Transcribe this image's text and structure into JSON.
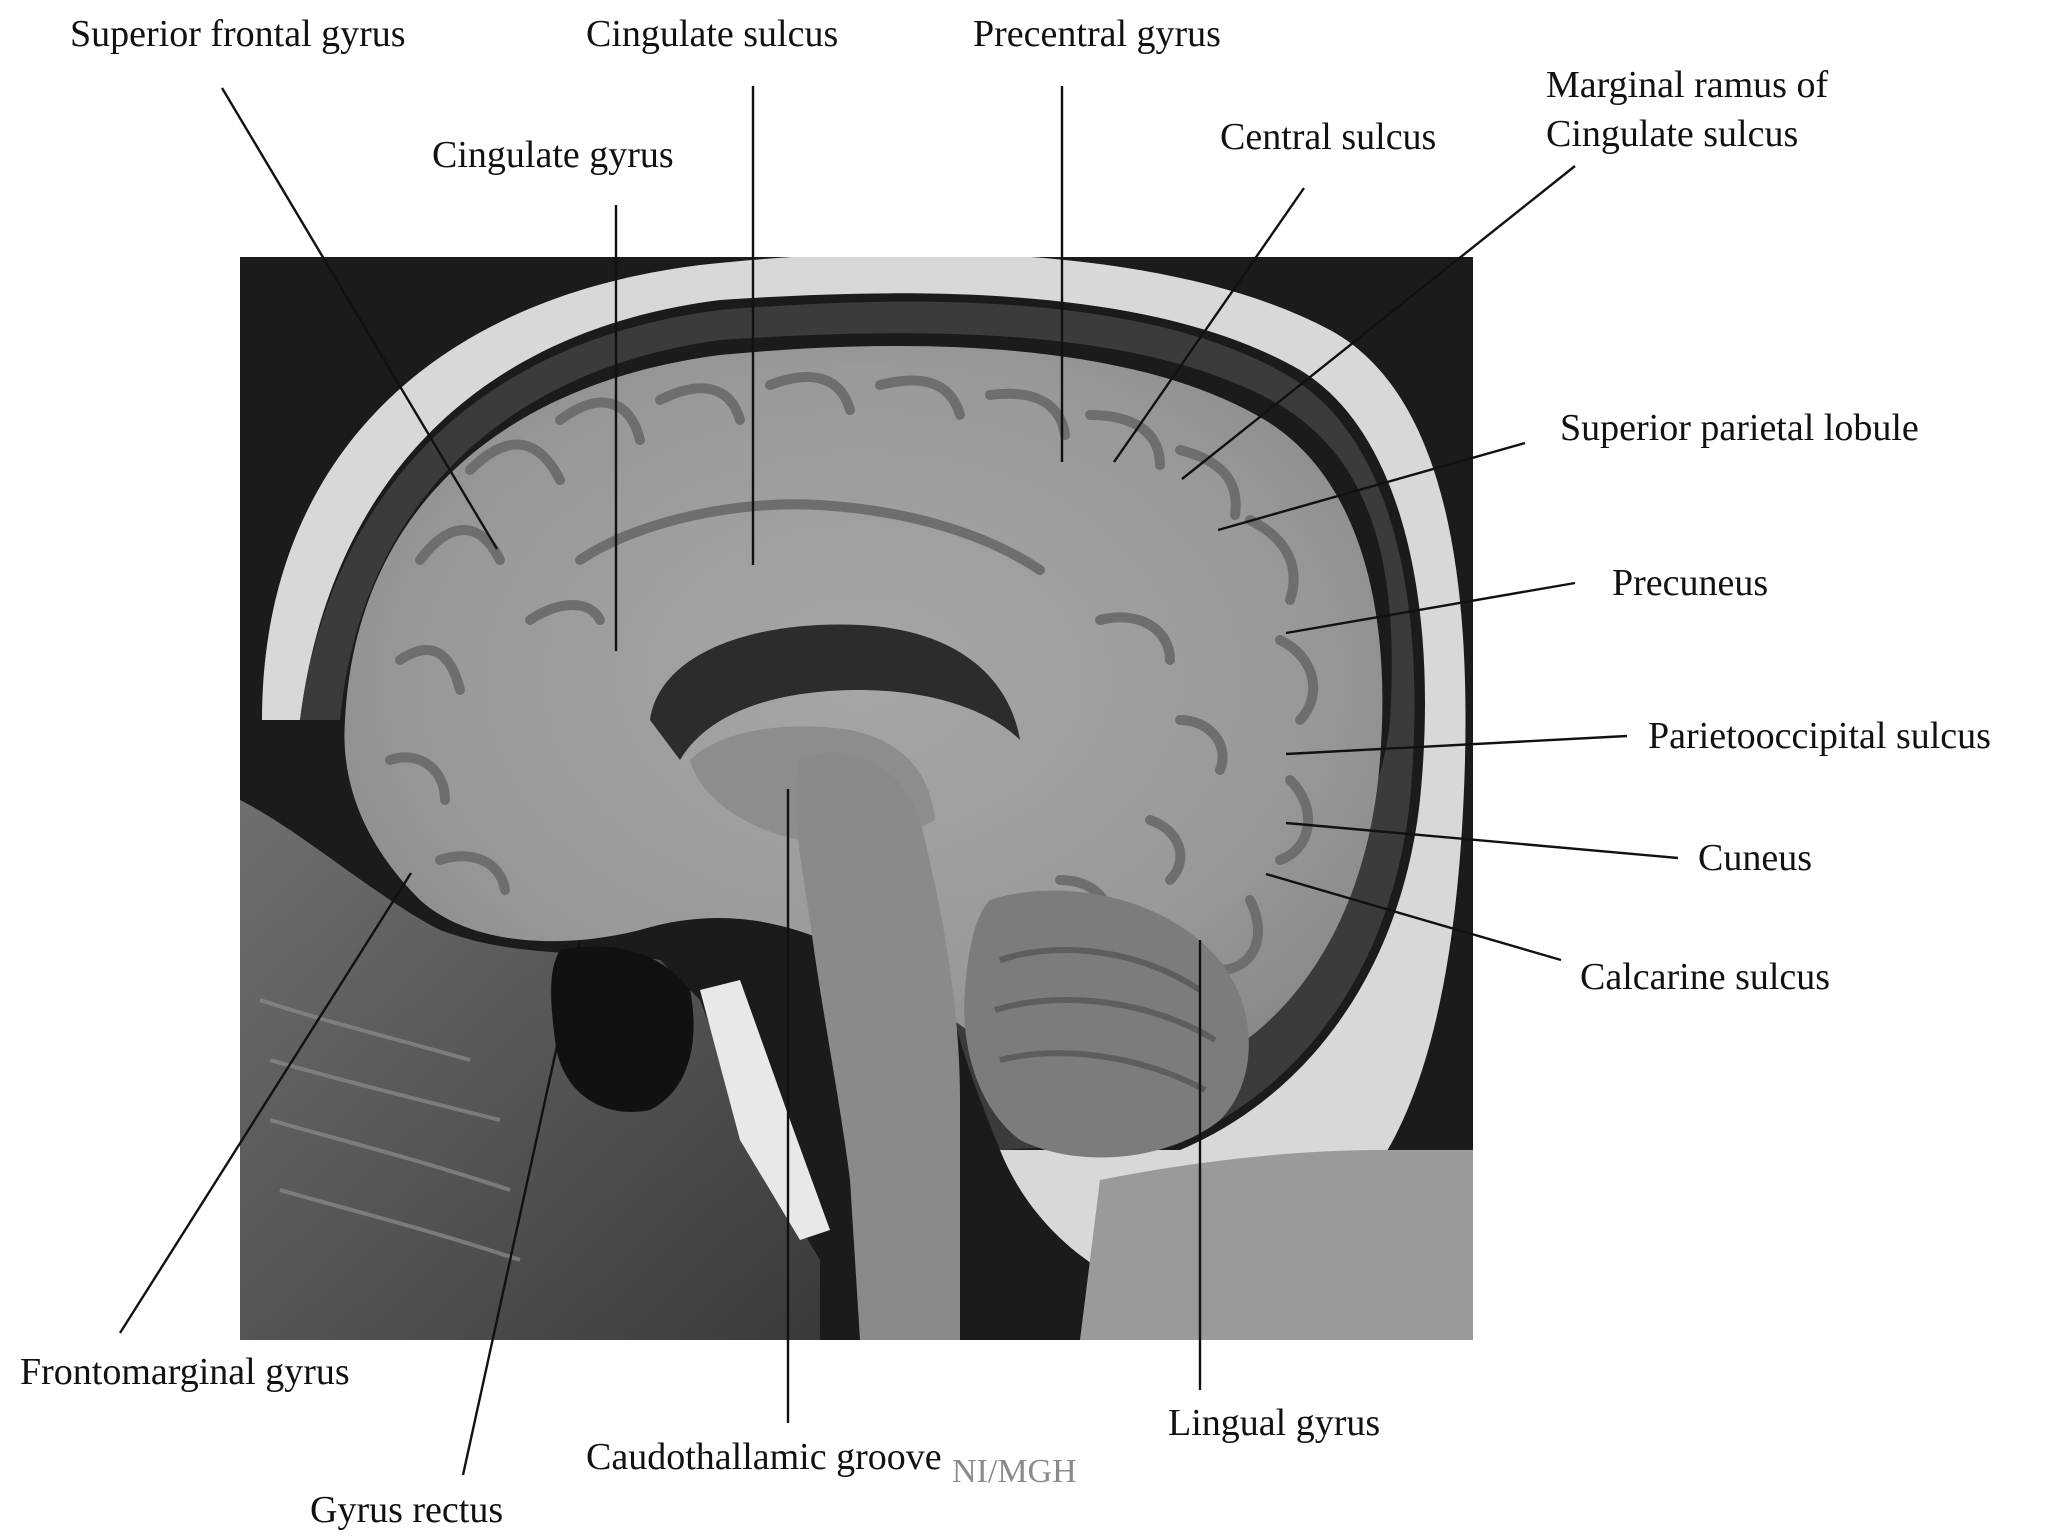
{
  "labels": {
    "superior_frontal_gyrus": "Superior frontal gyrus",
    "cingulate_sulcus": "Cingulate sulcus",
    "precentral_gyrus": "Precentral gyrus",
    "marginal_ramus_line1": "Marginal ramus of",
    "marginal_ramus_line2": "Cingulate sulcus",
    "cingulate_gyrus": "Cingulate gyrus",
    "central_sulcus": "Central sulcus",
    "superior_parietal_lobule": "Superior parietal lobule",
    "precuneus": "Precuneus",
    "parietooccipital_sulcus": "Parietooccipital sulcus",
    "cuneus": "Cuneus",
    "calcarine_sulcus": "Calcarine sulcus",
    "frontomarginal_gyrus": "Frontomarginal gyrus",
    "gyrus_rectus": "Gyrus rectus",
    "caudothalamic_groove": "Caudothallamic groove",
    "lingual_gyrus": "Lingual gyrus"
  },
  "watermark": "NI/MGH",
  "colors": {
    "background": "#ffffff",
    "scan_background": "#1a1a1a",
    "gray_matter": "#8f8f8f",
    "white_matter": "#a9a9a9",
    "skull_bright": "#e6e6e6",
    "ventricle": "#2e2e2e",
    "leader_line": "#111111"
  }
}
